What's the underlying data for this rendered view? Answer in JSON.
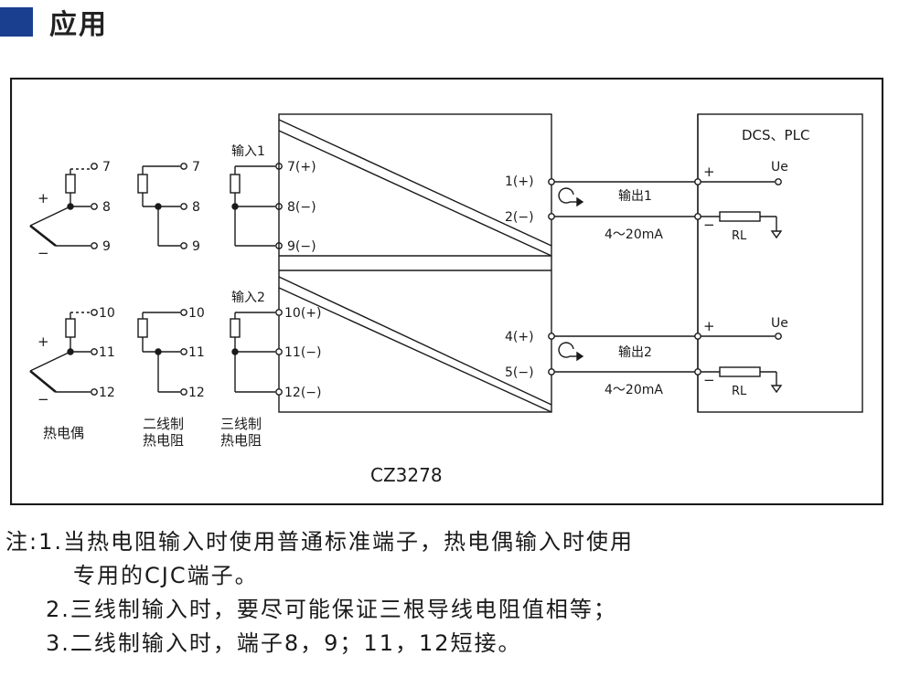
{
  "header": {
    "title": "应用"
  },
  "diagram": {
    "model": "CZ3278",
    "sensors": {
      "thermocouple_label": "热电偶",
      "two_wire_label_line1": "二线制",
      "two_wire_label_line2": "热电阻",
      "three_wire_label_line1": "三线制",
      "three_wire_label_line2": "热电阻",
      "plus": "+",
      "minus": "−"
    },
    "channel1": {
      "input_label": "输入1",
      "terminals": [
        "7(+)",
        "8(−)",
        "9(−)"
      ],
      "sensor_pins": [
        "7",
        "8",
        "9"
      ],
      "output_terminals": [
        "1(+)",
        "2(−)"
      ],
      "output_label": "输出1",
      "range": "4～20mA"
    },
    "channel2": {
      "input_label": "输入2",
      "terminals": [
        "10(+)",
        "11(−)",
        "12(−)"
      ],
      "sensor_pins": [
        "10",
        "11",
        "12"
      ],
      "output_terminals": [
        "4(+)",
        "5(−)"
      ],
      "output_label": "输出2",
      "range": "4～20mA"
    },
    "dcs": {
      "title": "DCS、PLC",
      "ue": "Ue",
      "rl": "RL",
      "plus": "+",
      "minus": "−"
    }
  },
  "notes": {
    "line1": "注:1.当热电阻输入时使用普通标准端子，热电偶输入时使用",
    "line2": "专用的CJC端子。",
    "line3": "2.三线制输入时，要尽可能保证三根导线电阻值相等；",
    "line4": "3.二线制输入时，端子8，9；11，12短接。"
  }
}
